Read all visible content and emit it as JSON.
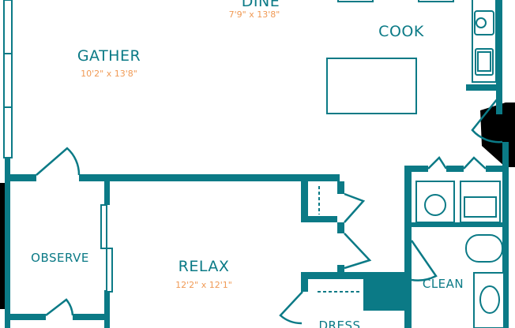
{
  "colors": {
    "wall": "#0b7a86",
    "dimension": "#f09a55",
    "background": "#ffffff"
  },
  "rooms": [
    {
      "name": "DINE",
      "dimensions": "7'9\" x 13'8\""
    },
    {
      "name": "GATHER",
      "dimensions": "10'2\" x 13'8\""
    },
    {
      "name": "COOK"
    },
    {
      "name": "OBSERVE"
    },
    {
      "name": "RELAX",
      "dimensions": "12'2\" x 12'1\""
    },
    {
      "name": "CLEAN"
    },
    {
      "name": "DRESS"
    }
  ]
}
